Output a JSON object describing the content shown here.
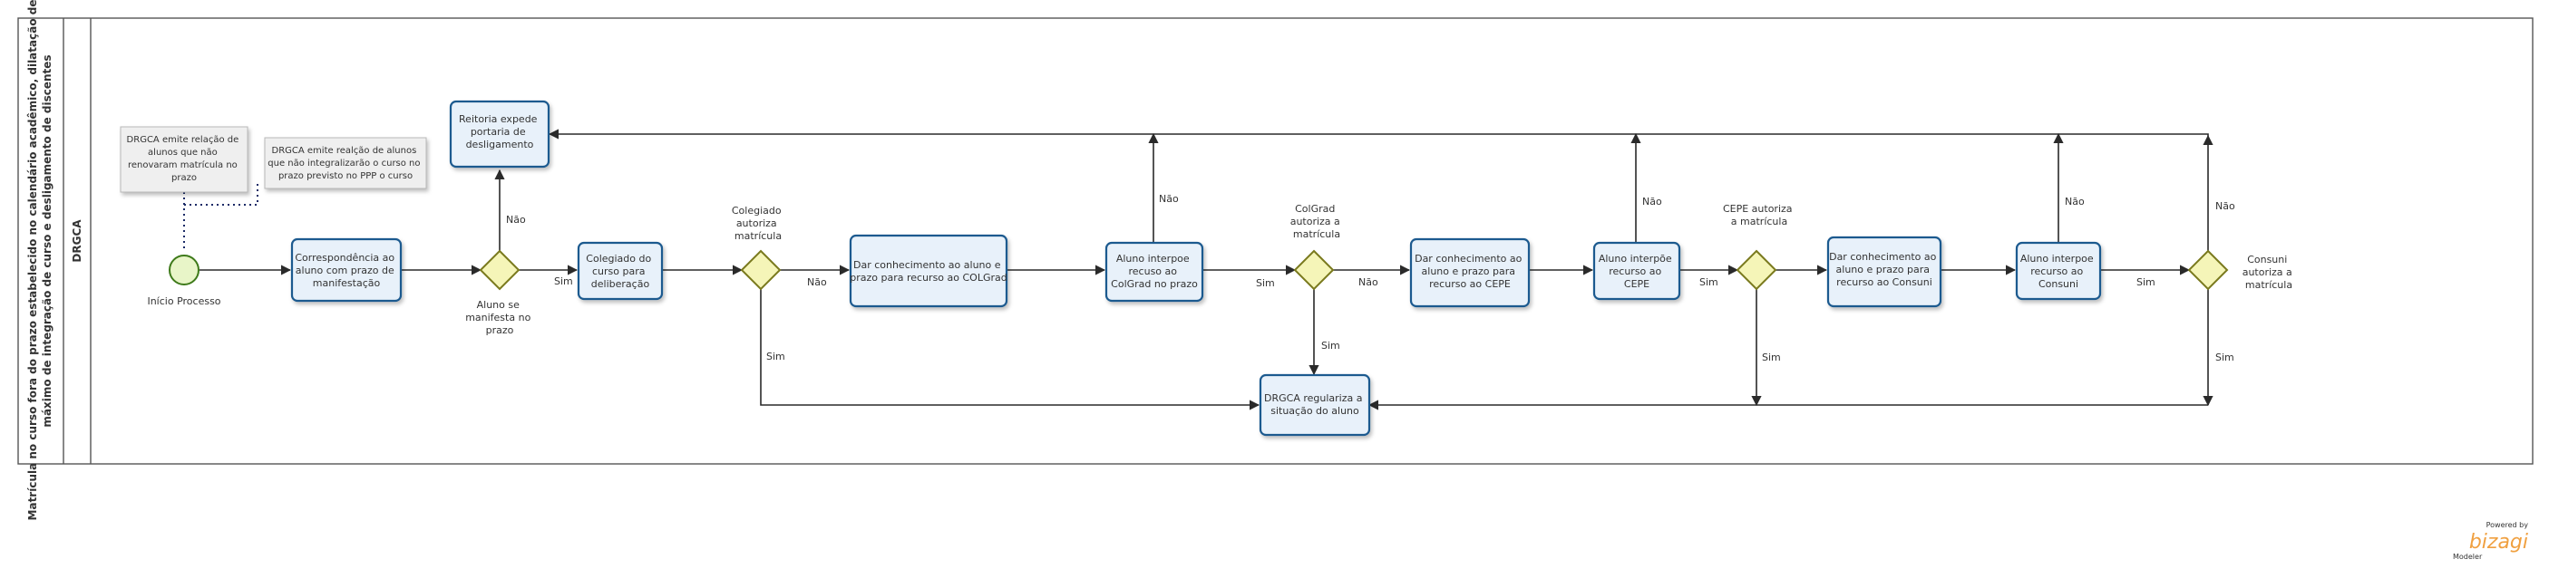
{
  "pool": {
    "title_line1": "Matrícula no curso fora do prazo estabelecido no calendário acadêmico, dilatação de prazo",
    "title_line2": "máximo de integração de curso e desligamento de discentes"
  },
  "lane": {
    "name": "DRGCA"
  },
  "start_event": {
    "label": "Início Processo"
  },
  "notes": {
    "note1": [
      "DRGCA emite relação de",
      "alunos que não",
      "renovaram matrícula no",
      "prazo"
    ],
    "note2": [
      "DRGCA emite realção de alunos",
      "que não integralizarão o curso no",
      "prazo previsto no PPP o curso"
    ]
  },
  "tasks": {
    "correspondencia": [
      "Correspondência ao",
      "aluno com prazo de",
      "manifestação"
    ],
    "reitoria": [
      "Reitoria expede",
      "portaria de",
      "desligamento"
    ],
    "colegiado_deliberacao": [
      "Colegiado do",
      "curso para",
      "deliberação"
    ],
    "conhecimento_colgrad": [
      "Dar conhecimento ao aluno e",
      "prazo para recurso ao COLGrad"
    ],
    "recurso_colgrad": [
      "Aluno interpoe",
      "recuso ao",
      "ColGrad no prazo"
    ],
    "conhecimento_cepe": [
      "Dar conhecimento ao",
      "aluno e prazo para",
      "recurso ao CEPE"
    ],
    "recurso_cepe": [
      "Aluno interpõe",
      "recurso ao",
      "CEPE"
    ],
    "conhecimento_consuni": [
      "Dar conhecimento ao",
      "aluno e prazo para",
      "recurso ao Consuni"
    ],
    "recurso_consuni": [
      "Aluno interpoe",
      "recurso ao",
      "Consuni"
    ],
    "regulariza": [
      "DRGCA regulariza a",
      "situação do aluno"
    ]
  },
  "gateways": {
    "g1": [
      "Aluno se",
      "manifesta no",
      "prazo"
    ],
    "g2": [
      "Colegiado",
      "autoriza",
      "matrícula"
    ],
    "g3": [
      "ColGrad",
      "autoriza a",
      "matrícula"
    ],
    "g4": [
      "CEPE autoriza",
      "a matrícula"
    ],
    "g5": [
      "Consuni",
      "autoriza a",
      "matrícula"
    ]
  },
  "flow_labels": {
    "yes": "Sim",
    "no": "Não"
  },
  "branding": {
    "powered_by": "Powered by",
    "logo": "bizagi",
    "product": "Modeler"
  },
  "colors": {
    "task_fill": "#e8f1fa",
    "task_stroke": "#1c5a8f",
    "gateway_fill": "#f5f5b8",
    "gateway_stroke": "#7a7a1e",
    "start_fill": "#e8f5c8",
    "start_stroke": "#3e7a1a",
    "logo": "#f0a040"
  }
}
